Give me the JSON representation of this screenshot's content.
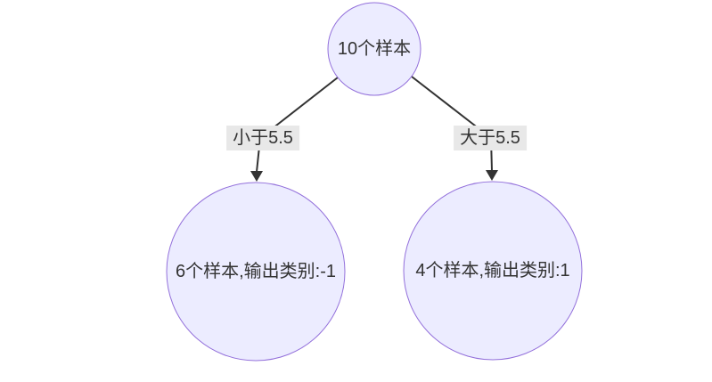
{
  "tree": {
    "type": "decision-tree",
    "root": {
      "label": "10个样本"
    },
    "edges": [
      {
        "label": "小于5.5",
        "from": "root",
        "to": "leaf-left"
      },
      {
        "label": "大于5.5",
        "from": "root",
        "to": "leaf-right"
      }
    ],
    "leaves": [
      {
        "label": "6个样本,输出类别:-1"
      },
      {
        "label": "4个样本,输出类别:1"
      }
    ]
  },
  "colors": {
    "node_fill": "#ECECFF",
    "node_border": "#9370DB",
    "edge_line": "#333333",
    "edge_label_background": "#E8E8E8",
    "text": "#333333",
    "canvas_background": "#FFFFFF"
  }
}
